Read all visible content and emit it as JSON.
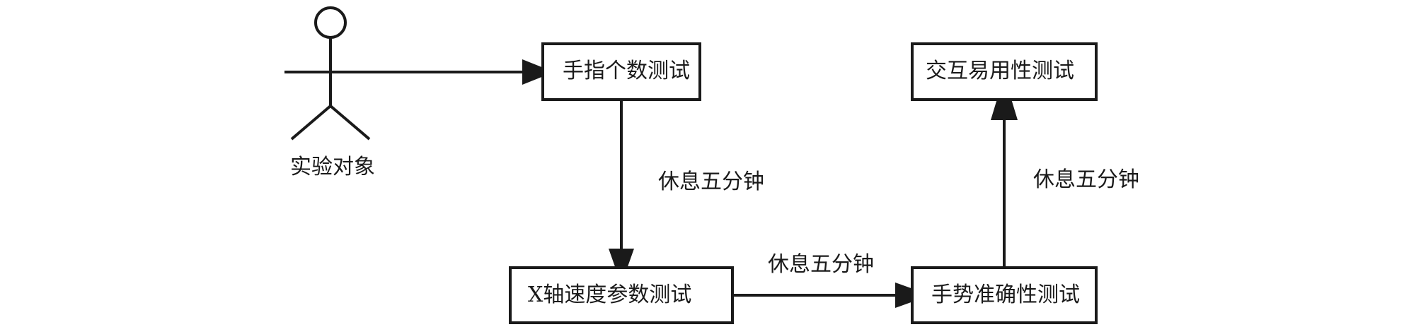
{
  "actor": {
    "label": "实验对象"
  },
  "nodes": {
    "finger_count": {
      "label": "手指个数测试"
    },
    "x_axis_speed": {
      "label": "X轴速度参数测试"
    },
    "gesture_accuracy": {
      "label": "手势准确性测试"
    },
    "usability": {
      "label": "交互易用性测试"
    }
  },
  "edges": {
    "finger_to_x": {
      "label": "休息五分钟"
    },
    "x_to_gesture": {
      "label": "休息五分钟"
    },
    "gesture_to_usability": {
      "label": "休息五分钟"
    }
  },
  "colors": {
    "stroke": "#1a1a1a",
    "background": "#ffffff"
  }
}
